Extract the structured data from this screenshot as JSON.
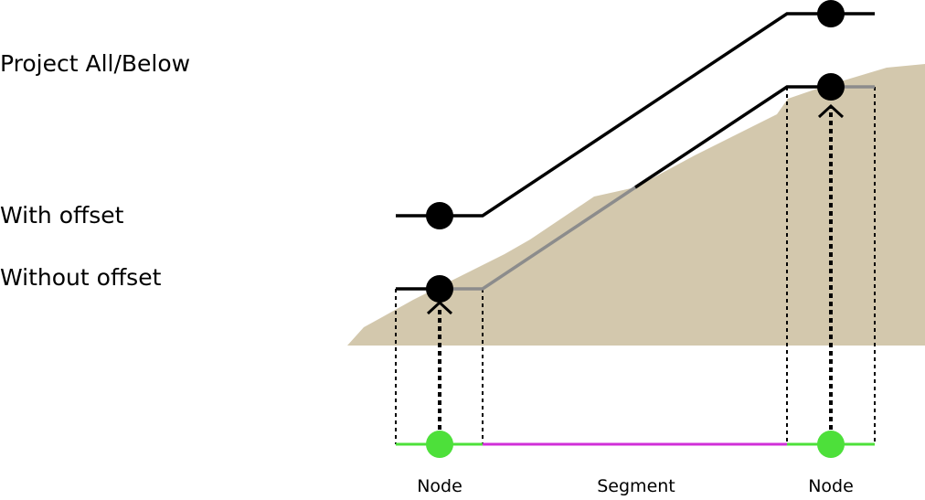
{
  "labels": {
    "project_all_below": "Project All/Below",
    "with_offset": "With offset",
    "without_offset": "Without offset",
    "node_left": "Node",
    "segment": "Segment",
    "node_right": "Node"
  },
  "colors": {
    "terrain": "#d3c8ad",
    "node": "#4de03a",
    "segment": "#d02fd8",
    "line": "#000000",
    "buried_line": "#8c8c8c"
  }
}
